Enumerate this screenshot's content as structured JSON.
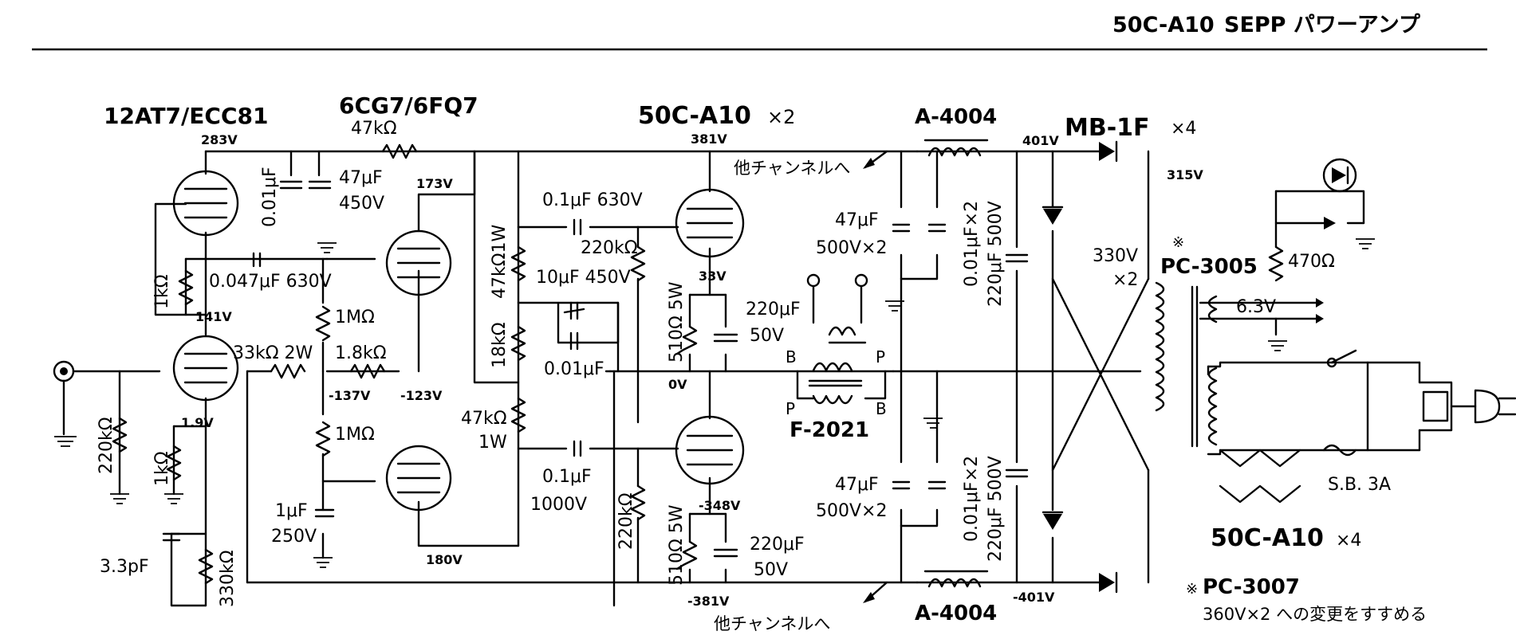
{
  "header": {
    "model": "50C-A10",
    "title": "SEPP パワーアンプ"
  },
  "tubes": {
    "v1": "12AT7/ECC81",
    "v2": "6CG7/6FQ7",
    "v3": "50C-A10",
    "v3_qty": "×2"
  },
  "rectifier": {
    "name": "MB-1F",
    "qty": "×4"
  },
  "chokes": {
    "top": "A-4004",
    "bottom": "A-4004"
  },
  "output_transformer": "F-2021",
  "power_transformer": {
    "name": "PC-3005",
    "mark": "※"
  },
  "voltages": {
    "v283": "283V",
    "v173": "173V",
    "v141": "141V",
    "v1_9": "1.9V",
    "vm137": "-137V",
    "vm123": "-123V",
    "v180": "180V",
    "v381": "381V",
    "v33": "33V",
    "v0": "0V",
    "vm348": "-348V",
    "vm381": "-381V",
    "v401": "401V",
    "vm401": "-401V",
    "v315": "315V",
    "v330": "330V",
    "v330x2": "×2",
    "v6_3": "6.3V"
  },
  "components": {
    "r47k_top": "47kΩ",
    "c001": "0.01μF",
    "c47_450a": "47μF",
    "c47_450b": "450V",
    "r1k_fb": "1kΩ",
    "c047": "0.047μF 630V",
    "r1m_a": "1MΩ",
    "r1m_b": "1MΩ",
    "r33k": "33kΩ 2W",
    "r18": "1.8kΩ",
    "r220k_in": "220kΩ",
    "r1k_k": "1kΩ",
    "c1u_a": "1μF",
    "c1u_b": "250V",
    "c33p": "3.3pF",
    "r330k": "330kΩ",
    "r47k1w_v": "47kΩ1W",
    "r18k": "18kΩ",
    "r47k1w_b1": "47kΩ",
    "r47k1w_b2": "1W",
    "c01_630": "0.1μF 630V",
    "r220k_g1": "220kΩ",
    "c10_450": "10μF 450V",
    "c001_g": "0.01μF",
    "c01_1000a": "0.1μF",
    "c01_1000b": "1000V",
    "r220k_g2": "220kΩ",
    "r510_a": "510Ω 5W",
    "r510_b": "510Ω 5W",
    "c220_50a1": "220μF",
    "c220_50a2": "50V",
    "c220_50b1": "220μF",
    "c220_50b2": "50V",
    "c47x2_a1": "47μF",
    "c47x2_a2": "500V×2",
    "c47x2_b1": "47μF",
    "c47x2_b2": "500V×2",
    "c001x2_a": "0.01μF×2",
    "c001x2_b": "0.01μF×2",
    "c220_500a": "220μF 500V",
    "c220_500b": "220μF 500V",
    "r470": "470Ω",
    "fuse": "S.B. 3A"
  },
  "terminals": {
    "b1": "B",
    "p1": "P",
    "p2": "P",
    "b2": "B"
  },
  "notes": {
    "other_channel_top": "他チャンネルへ",
    "other_channel_bottom": "他チャンネルへ",
    "heater_string": "50C-A10",
    "heater_qty": "×4",
    "alt_mark": "※",
    "alt_model": "PC-3007",
    "alt_text": "360V×2 への変更をすすめる"
  }
}
